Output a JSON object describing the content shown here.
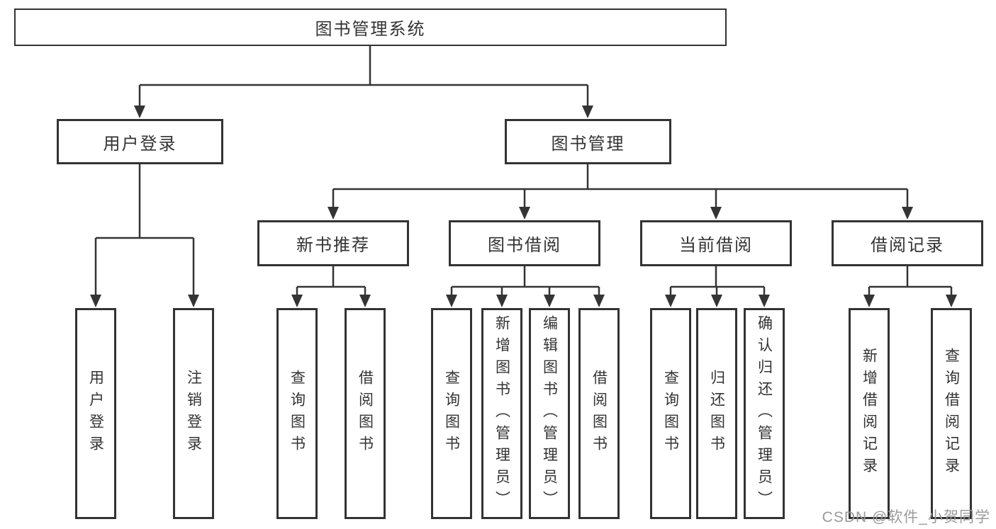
{
  "diagram": {
    "root": "图书管理系统",
    "branches": {
      "user_login": "用户登录",
      "book_management": "图书管理"
    },
    "user_login_children": [
      "用户登录",
      "注销登录"
    ],
    "book_management_children": [
      "新书推荐",
      "图书借阅",
      "当前借阅",
      "借阅记录"
    ],
    "new_book_children": [
      "查询图书",
      "借阅图书"
    ],
    "book_borrow_children": [
      "查询图书",
      "新增图书（管理员）",
      "编辑图书（管理员）",
      "借阅图书"
    ],
    "current_borrow_children": [
      "查询图书",
      "归还图书",
      "确认归还（管理员）"
    ],
    "borrow_record_children": [
      "新增借阅记录",
      "查询借阅记录"
    ]
  },
  "watermark": "CSDN @软件_小贺同学",
  "colors": {
    "background": "#ffffff",
    "line": "#343434",
    "box_border": "#333333",
    "box_fill": "#ffffff",
    "text": "#333333",
    "watermark": "#9b9b9b"
  }
}
